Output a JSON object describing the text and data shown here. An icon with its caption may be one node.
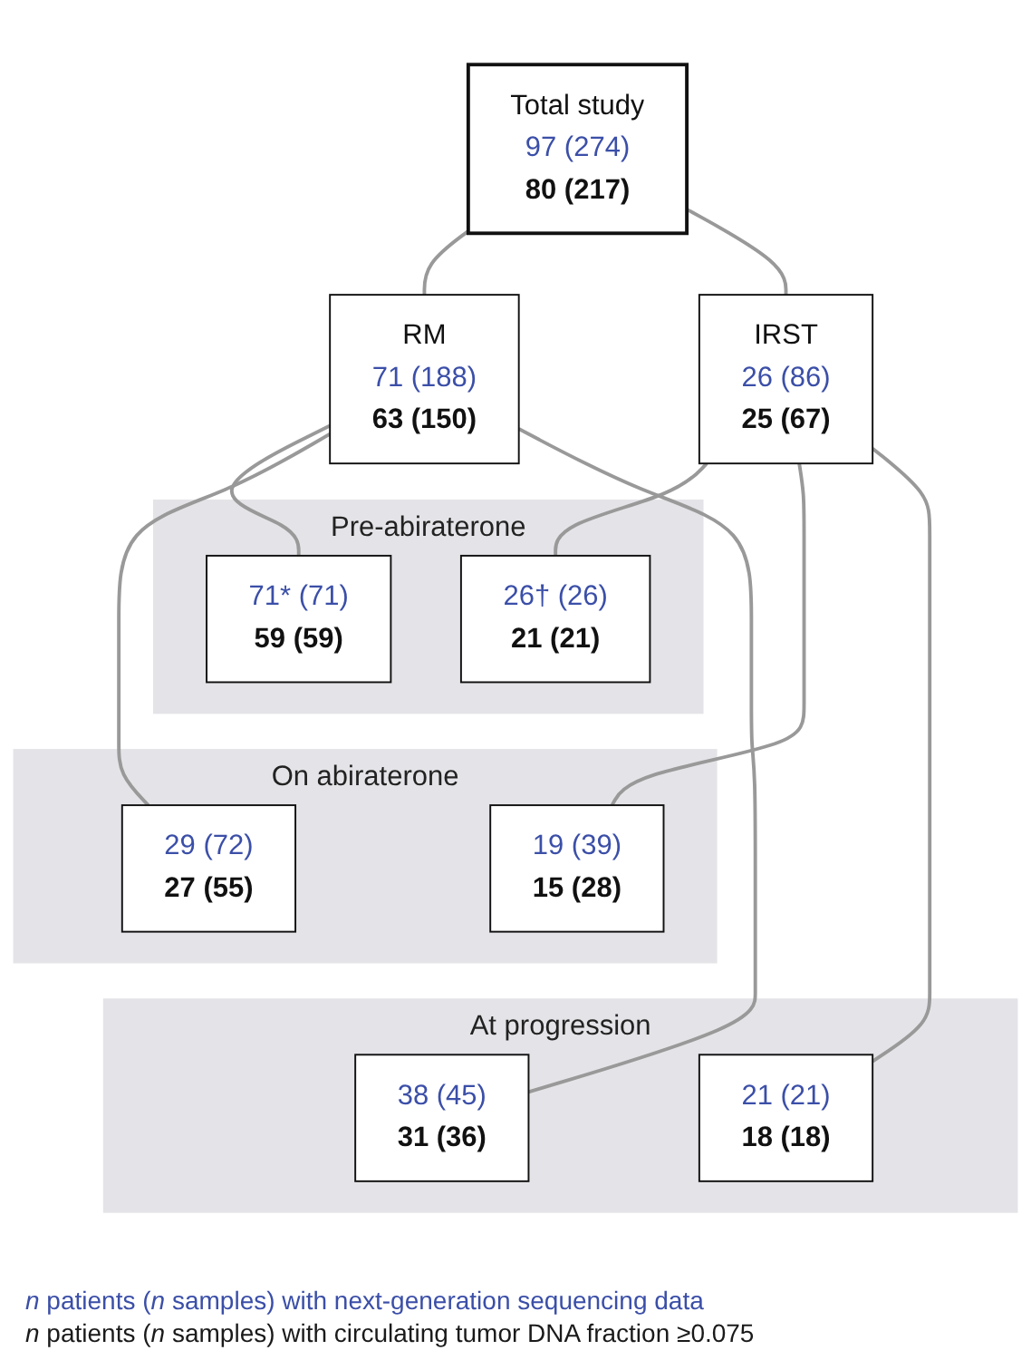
{
  "diagram": {
    "nodes": [
      {
        "text": [
          "Total study",
          "97 (274)",
          "80 (217)"
        ]
      },
      {
        "text": [
          "RM",
          "71 (188)",
          "63 (150)"
        ]
      },
      {
        "text": [
          "IRST",
          "26 (86)",
          "25 (67)"
        ]
      },
      {
        "text": [
          "Pre-abiraterone"
        ]
      },
      {
        "text": [
          "71* (71)",
          "59 (59)"
        ],
        "in": 3
      },
      {
        "text": [
          "26† (26)",
          "21 (21)"
        ],
        "in": 3
      },
      {
        "text": [
          "On abiraterone"
        ]
      },
      {
        "text": [
          "29 (72)",
          "27 (55)"
        ],
        "in": 6
      },
      {
        "text": [
          "19 (39)",
          "15 (28)"
        ],
        "in": 6
      },
      {
        "text": [
          "At progression"
        ]
      },
      {
        "text": [
          "38 (45)",
          "31 (36)"
        ],
        "in": 9
      },
      {
        "text": [
          "21 (21)",
          "18 (18)"
        ],
        "in": 9
      }
    ],
    "edges": [
      {
        "from": 0,
        "to": 1,
        "arrow": "none"
      },
      {
        "from": 0,
        "to": 2,
        "arrow": "none"
      },
      {
        "from": 1,
        "to": 4,
        "arrow": "none"
      },
      {
        "from": 1,
        "to": 7,
        "arrow": "none"
      },
      {
        "from": 1,
        "to": 10,
        "arrow": "none"
      },
      {
        "from": 2,
        "to": 5,
        "arrow": "none"
      },
      {
        "from": 2,
        "to": 8,
        "arrow": "none"
      },
      {
        "from": 2,
        "to": 11,
        "arrow": "none"
      }
    ],
    "legend": [
      {
        "text": "*n* patients (*n* samples) with next-generation sequencing data",
        "color": "#3b4fa8"
      },
      {
        "text": "*n* patients (*n* samples) with circulating tumor DNA fraction ≥0.075",
        "color": "#1a1a1a"
      }
    ]
  }
}
